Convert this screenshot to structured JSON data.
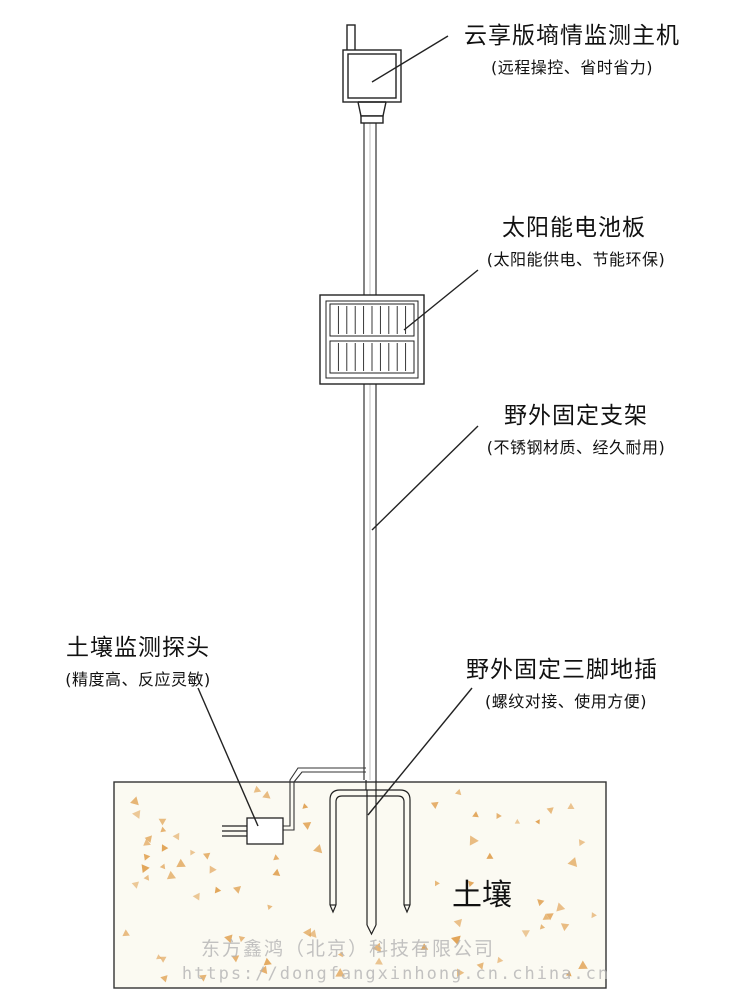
{
  "labels": {
    "host": {
      "title": "云享版墒情监测主机",
      "sub": "(远程操控、省时省力)"
    },
    "solar": {
      "title": "太阳能电池板",
      "sub": "(太阳能供电、节能环保)"
    },
    "frame": {
      "title": "野外固定支架",
      "sub": "(不锈钢材质、经久耐用)"
    },
    "probe": {
      "title": "土壤监测探头",
      "sub": "(精度高、反应灵敏)"
    },
    "tripod": {
      "title": "野外固定三脚地插",
      "sub": "(螺纹对接、使用方便)"
    }
  },
  "soil_label": "土壤",
  "watermark": {
    "company": "东方鑫鸿（北京）科技有限公司",
    "url": "https://dongfangxinhong.cn.china.cn"
  },
  "colors": {
    "line": "#222222",
    "soil_fill": "#fbfaf2",
    "speckle": "#e0a050"
  }
}
